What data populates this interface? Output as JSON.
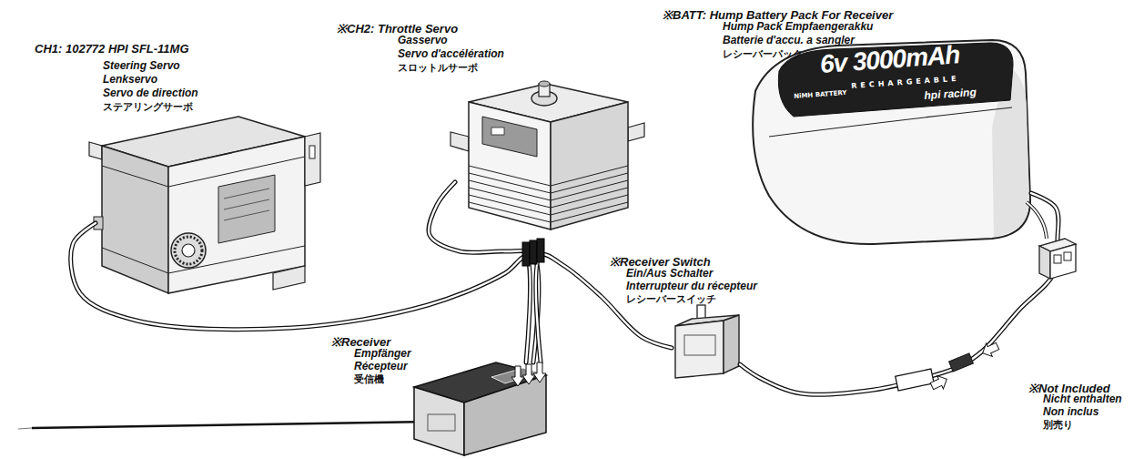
{
  "diagram": {
    "nodes": [
      {
        "text": [
          "CH1: 102772 HPI SFL-11MG",
          "Steering Servo",
          "Lenkservo",
          "Servo de direction",
          "ステアリングサーボ"
        ]
      },
      {
        "text": [
          "※CH2: Throttle Servo",
          "Gasservo",
          "Servo d'accélération",
          "スロットルサーボ"
        ]
      },
      {
        "text": [
          "※BATT: Hump Battery Pack For Receiver",
          "Hump Pack Empfaengerakku",
          "Batterie d'accu. a sangler",
          "レシーバーパック",
          "6v 3000mAh",
          "RECHARGEABLE",
          "NiMH BATTERY",
          "hpi racing"
        ]
      },
      {
        "text": [
          "※Receiver Switch",
          "Ein/Aus Schalter",
          "Interrupteur du récepteur",
          "レシーバースイッチ"
        ]
      },
      {
        "text": [
          "※Receiver",
          "Empfänger",
          "Récepteur",
          "受信機"
        ]
      }
    ],
    "edges": [
      {
        "from": 0,
        "to": 4,
        "arrow": "none"
      },
      {
        "from": 1,
        "to": 4,
        "arrow": "none"
      },
      {
        "from": 3,
        "to": 4,
        "arrow": "none"
      },
      {
        "from": 2,
        "to": 3,
        "arrow": "none"
      }
    ],
    "labels": [
      "※Not Included",
      "Nicht enthalten",
      "Non inclus",
      "別売り"
    ]
  }
}
